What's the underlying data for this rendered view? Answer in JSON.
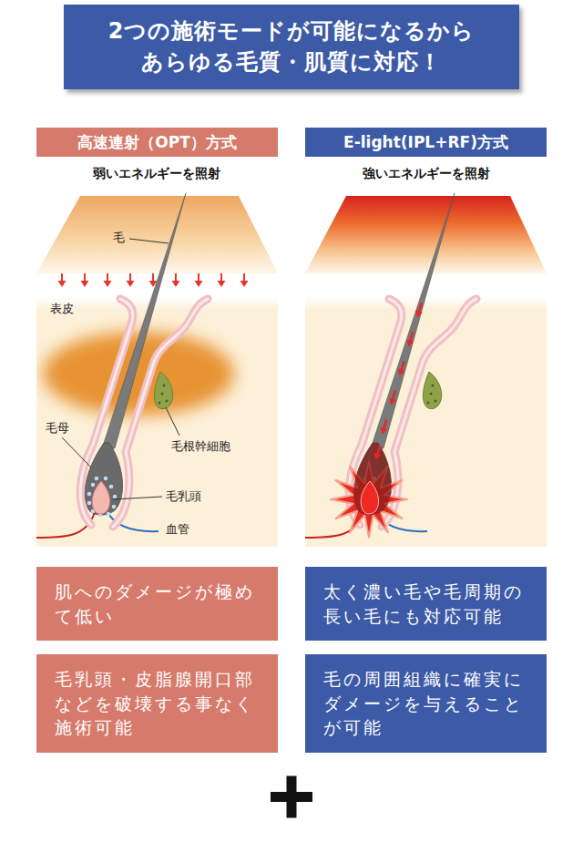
{
  "diagram": {
    "title": "2つの施術モードが可能になるから あらゆる毛質・肌質に対応！",
    "nodes": [
      {
        "text": [
          "高速連射（OPT）方式"
        ]
      },
      {
        "text": [
          "E-light(IPL+RF)方式"
        ]
      },
      {
        "text": [
          "肌へのダメージが極めて低い"
        ]
      },
      {
        "text": [
          "太く濃い毛や毛周期の長い毛にも対応可能"
        ]
      },
      {
        "text": [
          "毛乳頭・皮脂腺開口部などを破壊する事なく施術可能"
        ]
      },
      {
        "text": [
          "毛の周囲組織に確実にダメージを与えることが可能"
        ]
      }
    ],
    "labels": [
      "弱いエネルギーを照射",
      "強いエネルギーを照射",
      "毛",
      "表皮",
      "毛母",
      "毛根幹細胞",
      "毛乳頭",
      "血管"
    ]
  }
}
